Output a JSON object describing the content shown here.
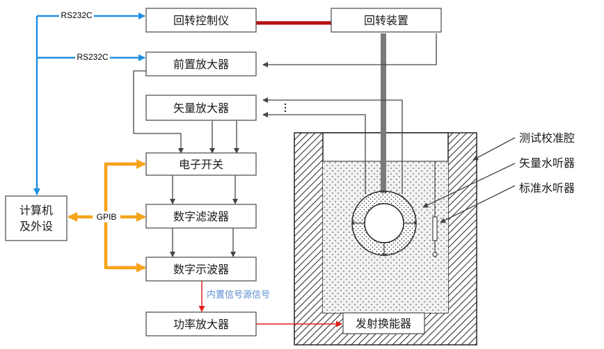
{
  "boxes": {
    "rotary_controller": "回转控制仪",
    "rotary_device": "回转装置",
    "preamp": "前置放大器",
    "vector_amp": "矢量放大器",
    "electronic_switch": "电子开关",
    "digital_filter": "数字滤波器",
    "digital_oscilloscope": "数字示波器",
    "power_amp": "功率放大器",
    "transducer": "发射换能器",
    "computer_line1": "计算机",
    "computer_line2": "及外设"
  },
  "links": {
    "rs232_top": "RS232C",
    "rs232_mid": "RS232C",
    "gpib": "GPIB",
    "internal_signal": "内置信号源信号"
  },
  "labels": {
    "test_chamber": "测试校准腔",
    "vector_hydrophone": "矢量水听器",
    "standard_hydrophone": "标准水听器"
  },
  "colors": {
    "rs232": "#1e90e0",
    "gpib": "#f5a31a",
    "rotary_link": "#b01010",
    "signal": "#e0201c",
    "box_border": "#555555"
  }
}
